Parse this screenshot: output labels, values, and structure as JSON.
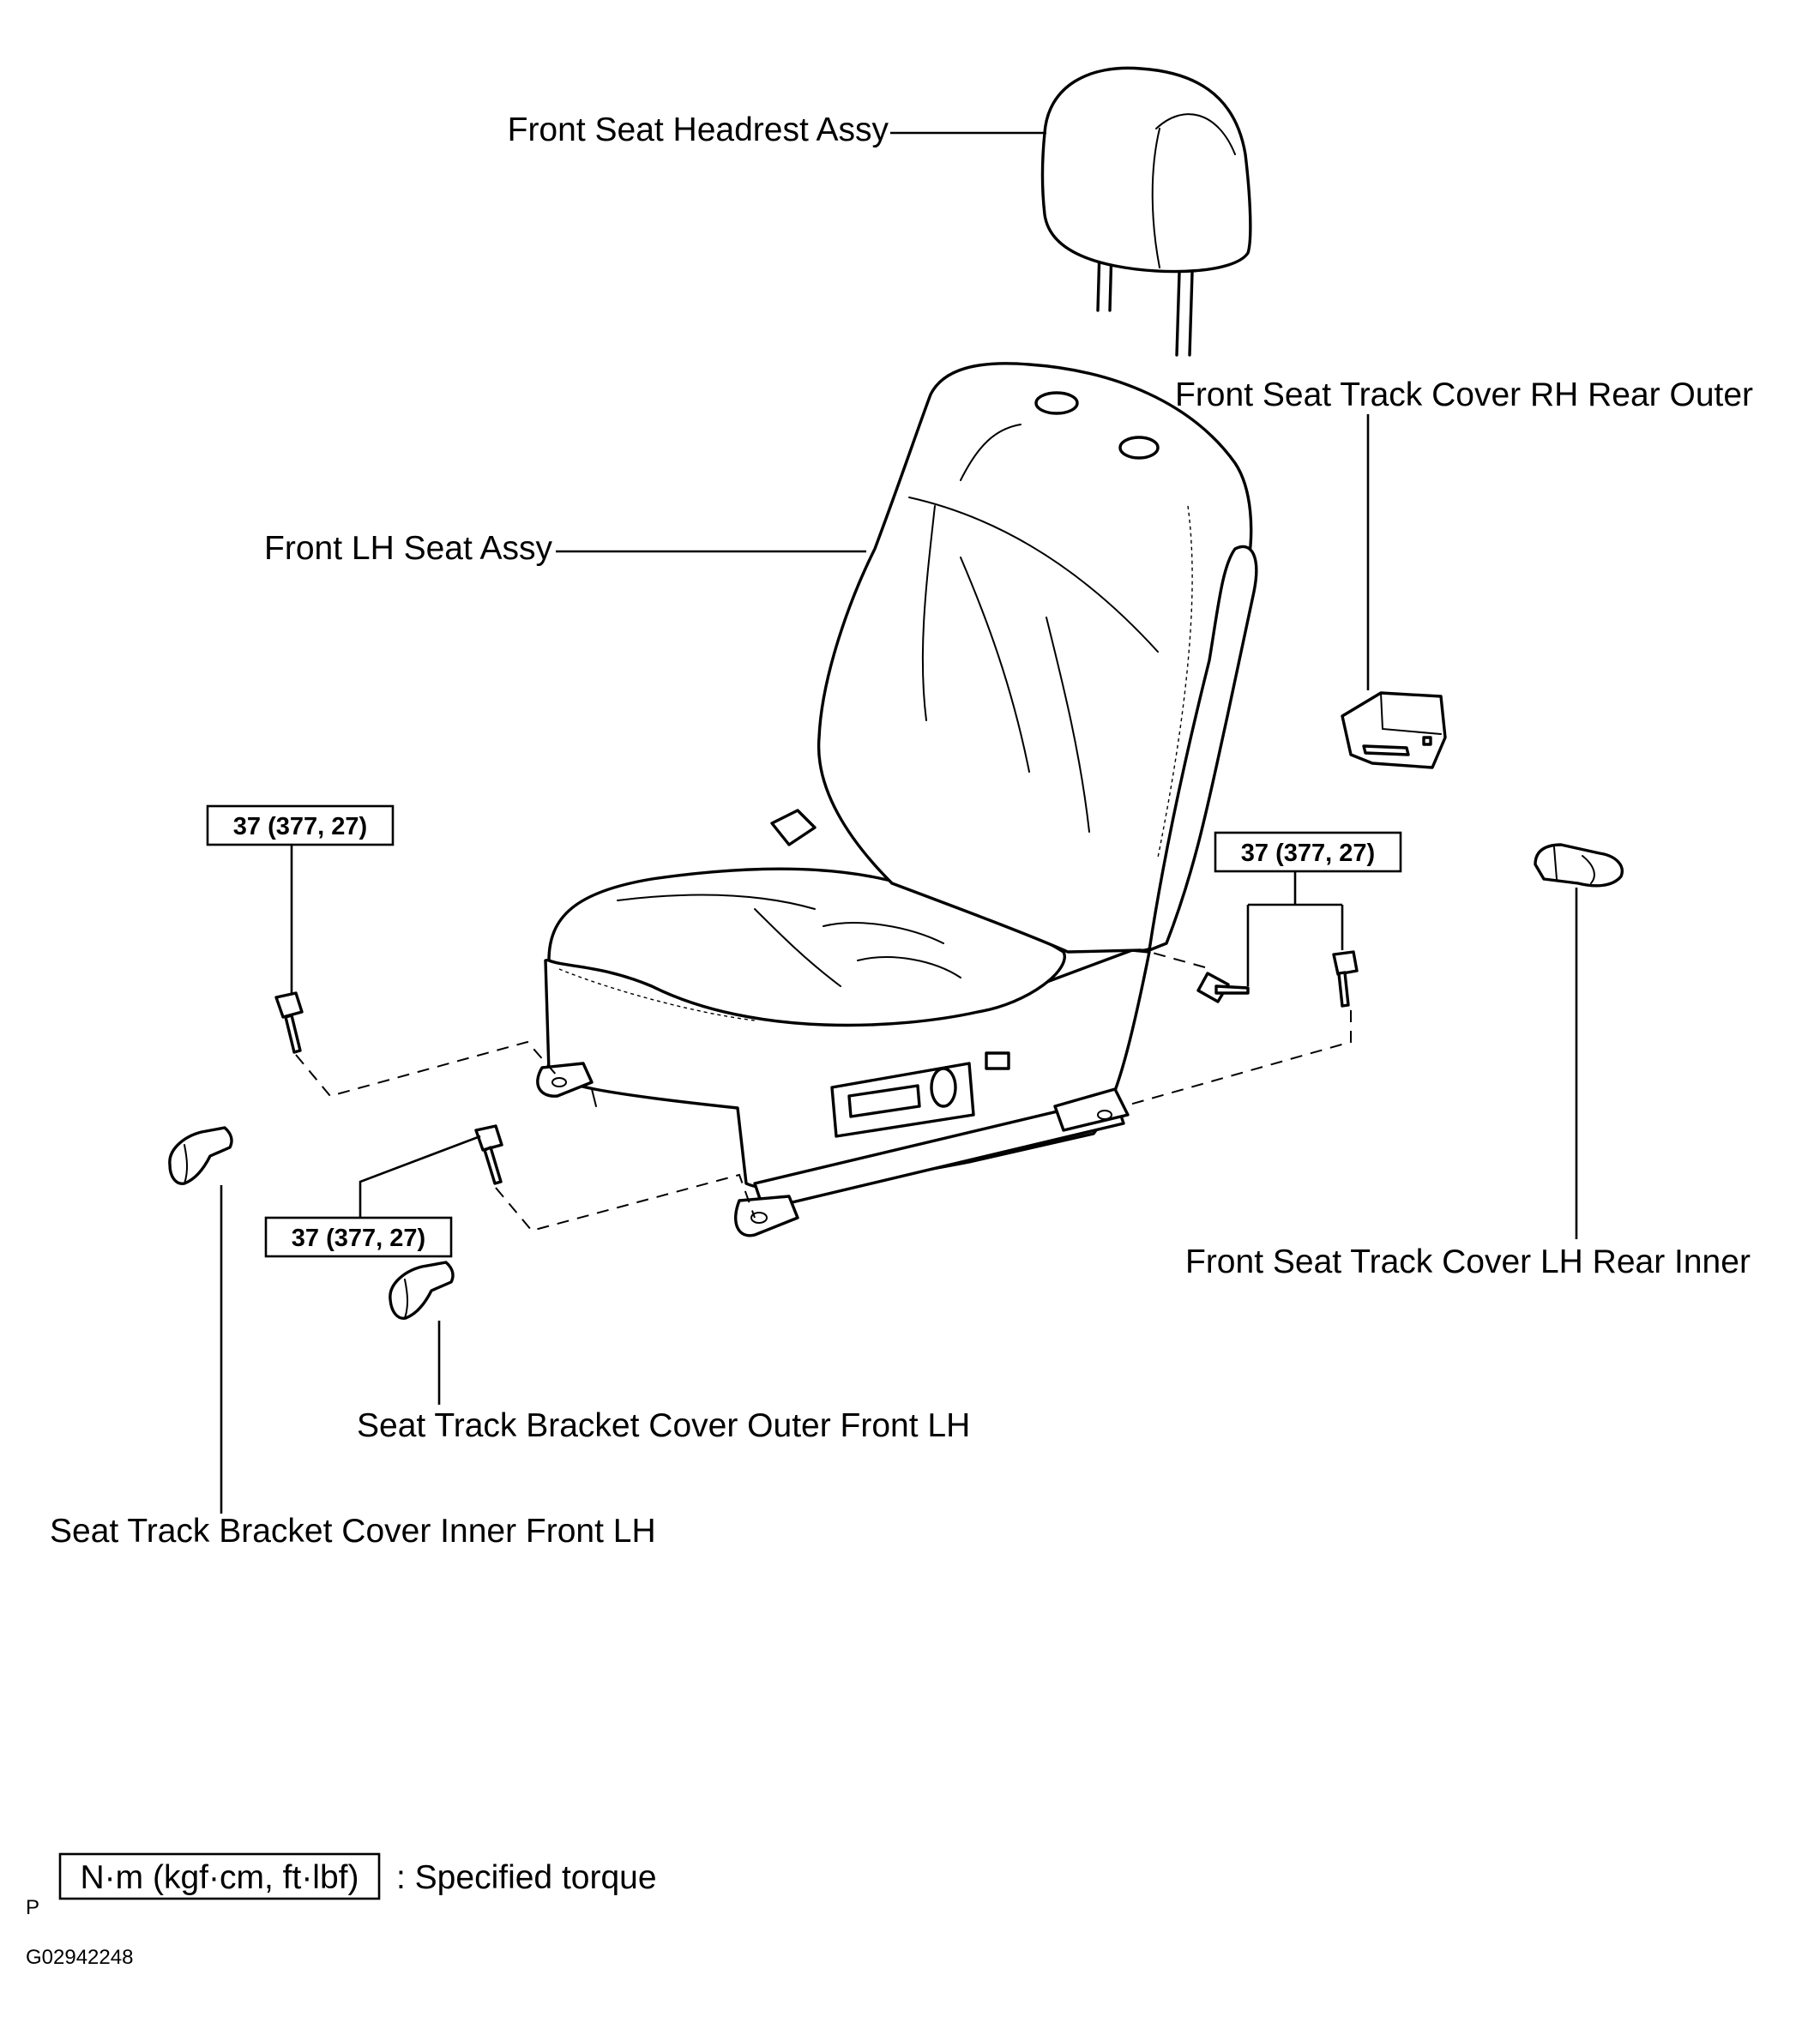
{
  "labels": {
    "headrest": "Front Seat Headrest Assy",
    "seat_assy": "Front LH Seat Assy",
    "rh_rear_outer": "Front Seat Track Cover RH Rear Outer",
    "lh_rear_inner": "Front Seat Track Cover LH Rear Inner",
    "outer_front_lh": "Seat Track Bracket Cover Outer Front LH",
    "inner_front_lh": "Seat Track Bracket Cover Inner Front LH"
  },
  "torque": {
    "left": "37 (377, 27)",
    "right": "37 (377, 27)",
    "front": "37 (377, 27)"
  },
  "legend": {
    "box": "N·m (kgf·cm, ft·lbf)",
    "text": ": Specified torque",
    "prefix": "P"
  },
  "figure_id": "G02942248"
}
